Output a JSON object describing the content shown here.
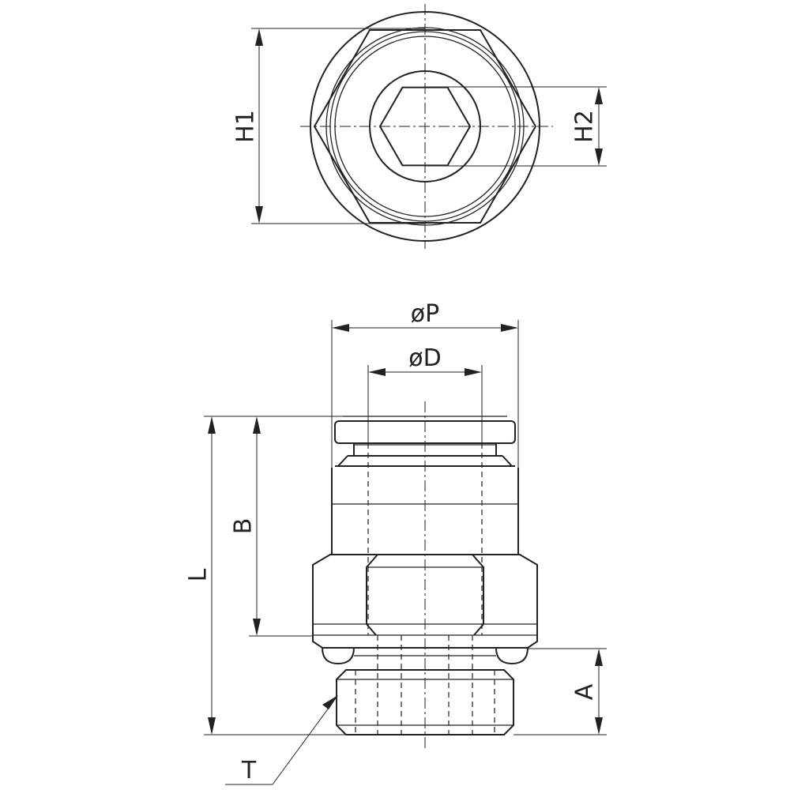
{
  "labels": {
    "h1": "H1",
    "h2": "H2",
    "p": "øP",
    "d": "øD",
    "l": "L",
    "b": "B",
    "a": "A",
    "t": "T"
  }
}
